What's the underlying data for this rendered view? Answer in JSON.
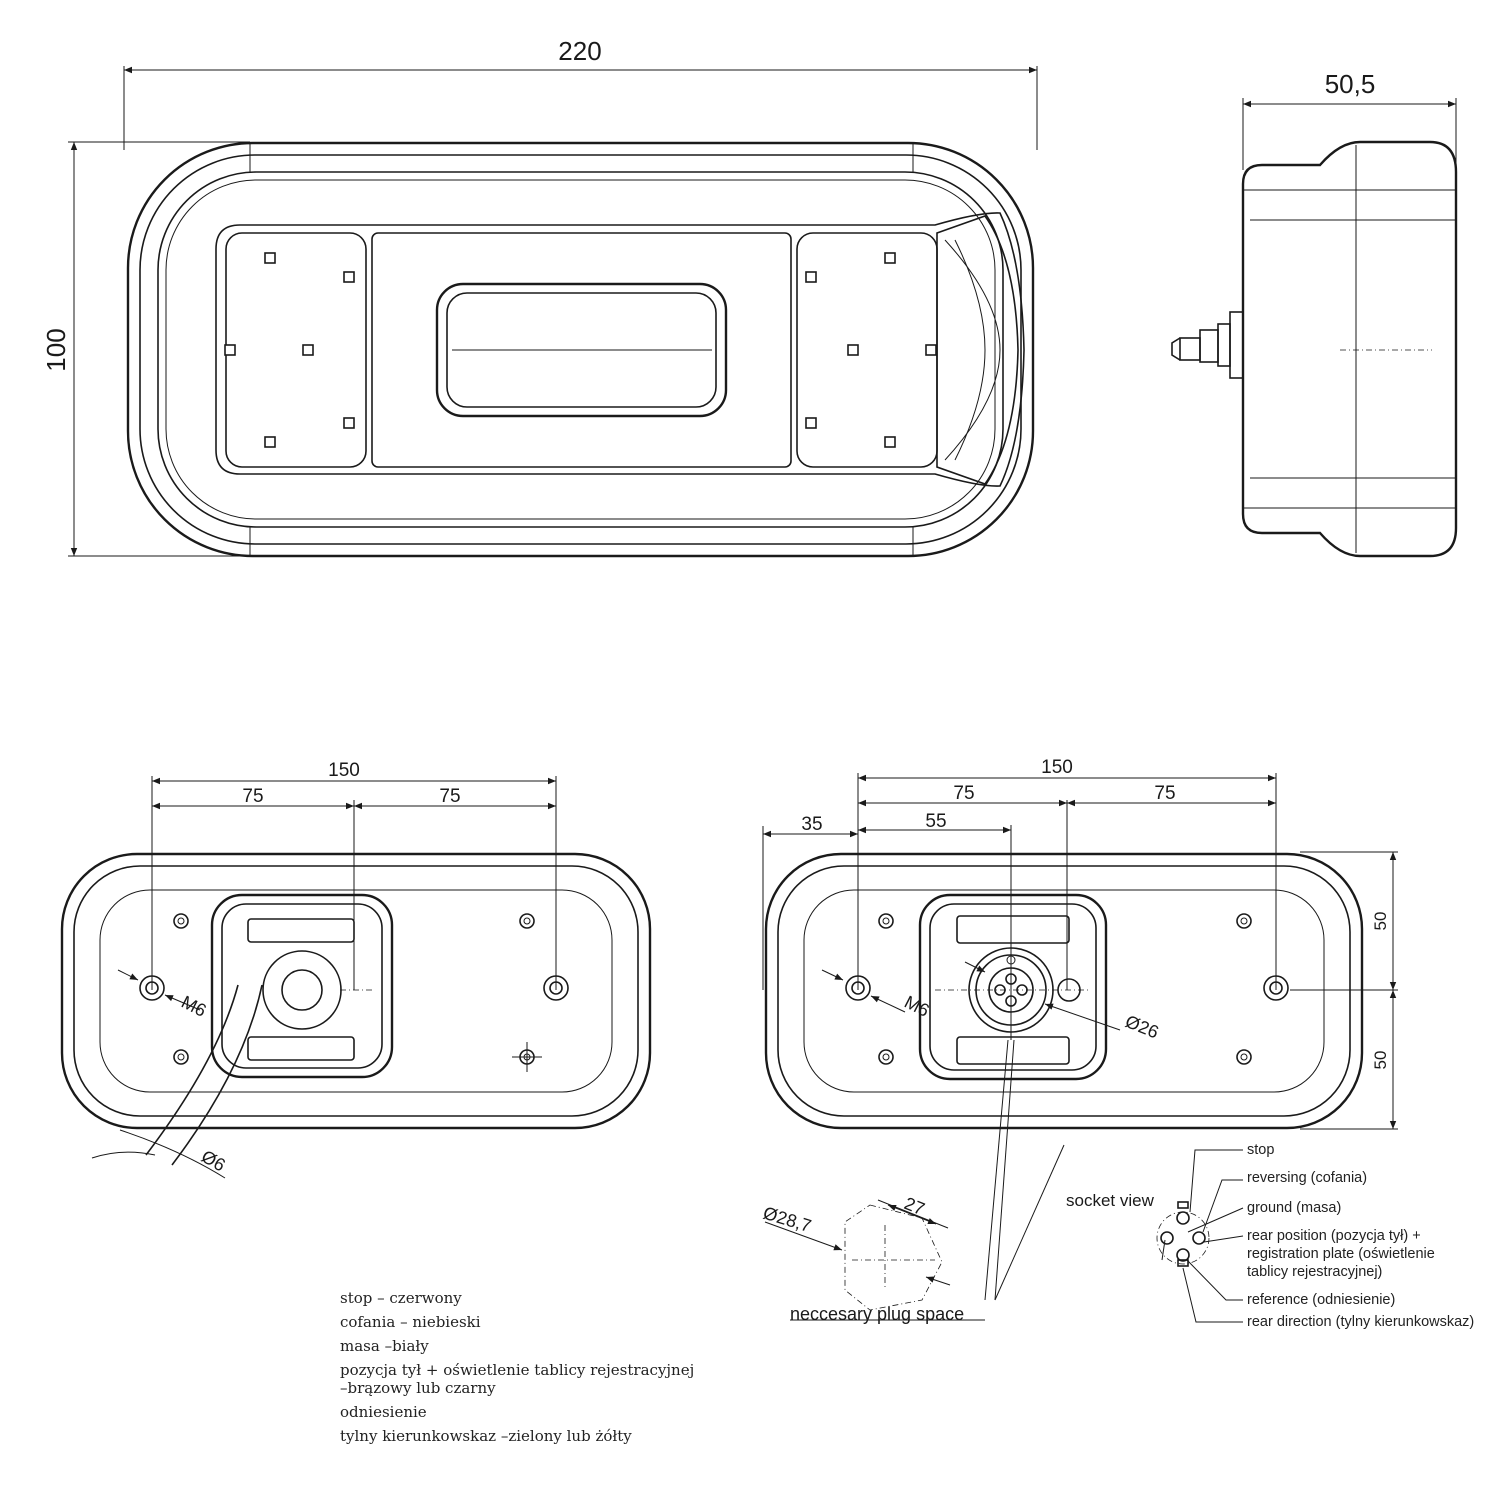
{
  "front_view": {
    "width_label": "220",
    "height_label": "100"
  },
  "side_view": {
    "depth_label": "50,5"
  },
  "rear_view_cable": {
    "span_label": "150",
    "half_left_label": "75",
    "half_right_label": "75",
    "bolt_label": "M6",
    "cable_label": "Ø6"
  },
  "rear_view_socket": {
    "span_label": "150",
    "half_left_label": "75",
    "half_right_label": "75",
    "edge_offset_label": "35",
    "socket_offset_label": "55",
    "height_top_label": "50",
    "height_bottom_label": "50",
    "bolt_label": "M6",
    "socket_label": "Ø26"
  },
  "plug": {
    "diameter_label": "Ø28,7",
    "flat_label": "27",
    "space_label": "neccesary plug space"
  },
  "socket_view": {
    "title": "socket view",
    "pins": [
      "stop",
      "reversing (cofania)",
      "ground (masa)",
      "rear position (pozycja tył) +",
      "registration plate (oświetlenie",
      "tablicy rejestracyjnej)",
      "reference (odniesienie)",
      "rear direction (tylny kierunkowskaz)"
    ]
  },
  "wire_colors": [
    "stop – czerwony",
    "cofania – niebieski",
    "masa –biały",
    "pozycja tył + oświetlenie tablicy rejestracyjnej",
    "–brązowy lub czarny",
    "odniesienie",
    "tylny kierunkowskaz –zielony lub żółty"
  ]
}
